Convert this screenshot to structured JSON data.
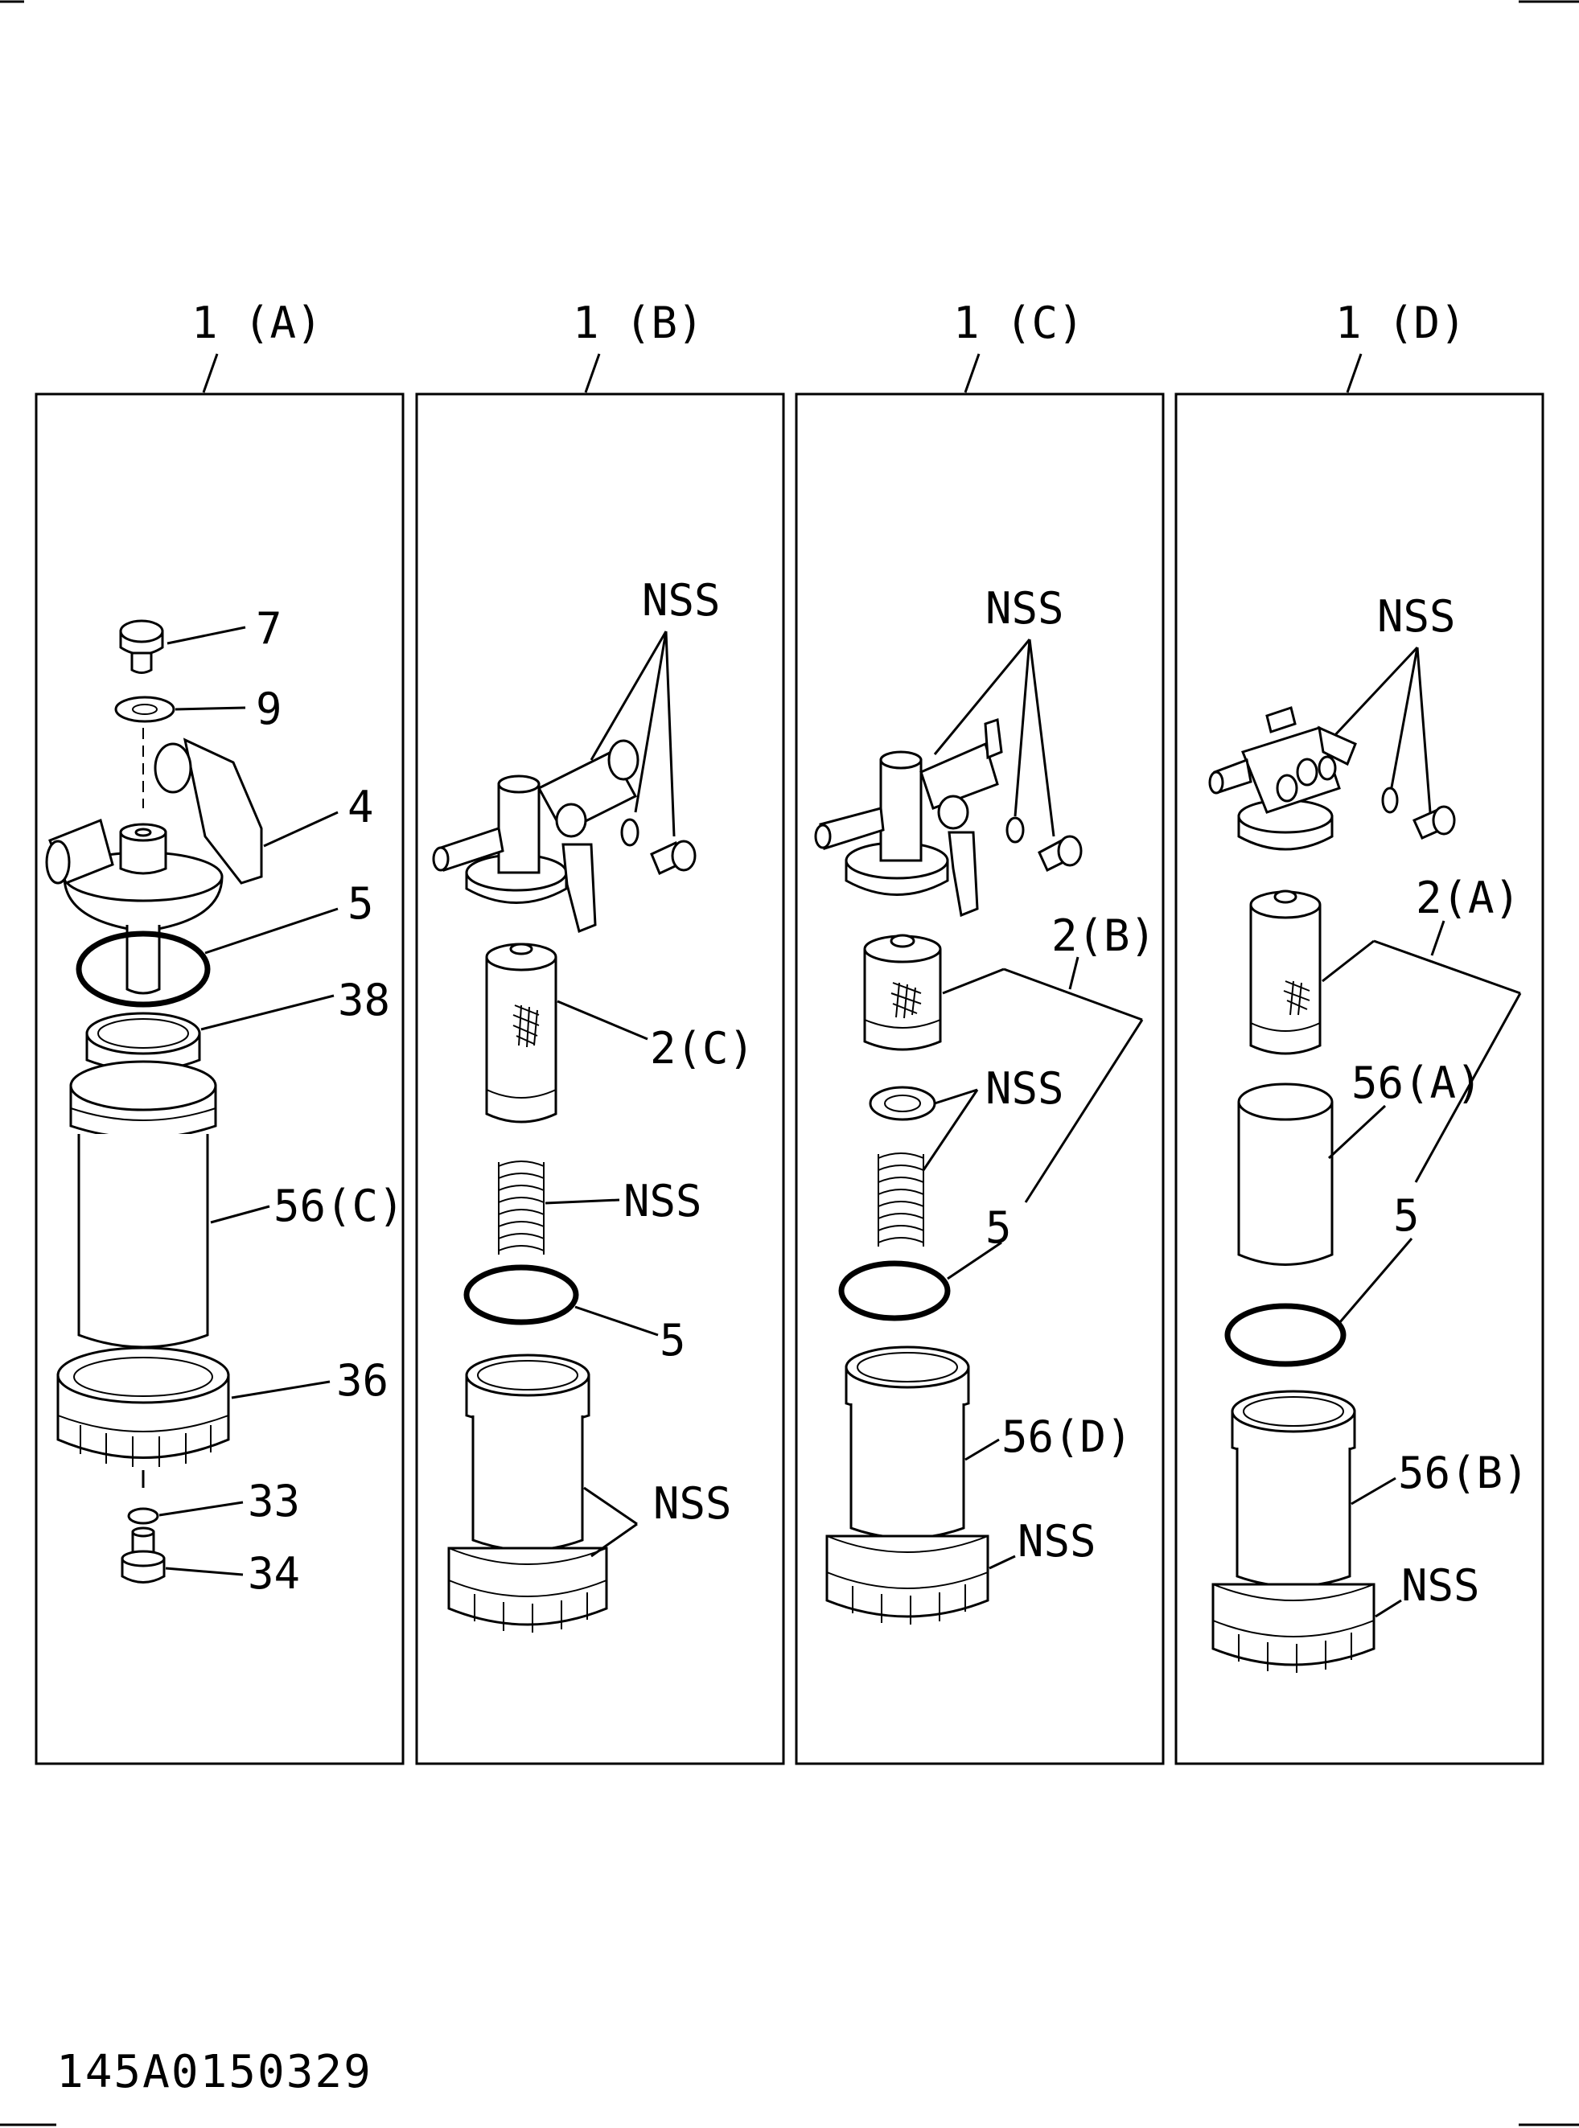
{
  "panels": [
    {
      "header": "1 (A)",
      "labels": {
        "cap_screw": "7",
        "washer": "9",
        "head": "4",
        "o_ring": "5",
        "gasket": "38",
        "filter_case": "56(C)",
        "ring_nut": "36",
        "drain_ring": "33",
        "drain_plug": "34"
      }
    },
    {
      "header": "1 (B)",
      "labels": {
        "head_parts": "NSS",
        "element": "2(C)",
        "spring": "NSS",
        "o_ring": "5",
        "case": "NSS"
      }
    },
    {
      "header": "1 (C)",
      "labels": {
        "head_parts": "NSS",
        "element": "2(B)",
        "spring_seat": "NSS",
        "o_ring": "5",
        "case": "56(D)",
        "ring_nut": "NSS"
      }
    },
    {
      "header": "1 (D)",
      "labels": {
        "head_parts": "NSS",
        "element": "2(A)",
        "sleeve": "56(A)",
        "o_ring": "5",
        "case": "56(B)",
        "ring_nut": "NSS"
      }
    }
  ],
  "figure_code": "145A0150329"
}
